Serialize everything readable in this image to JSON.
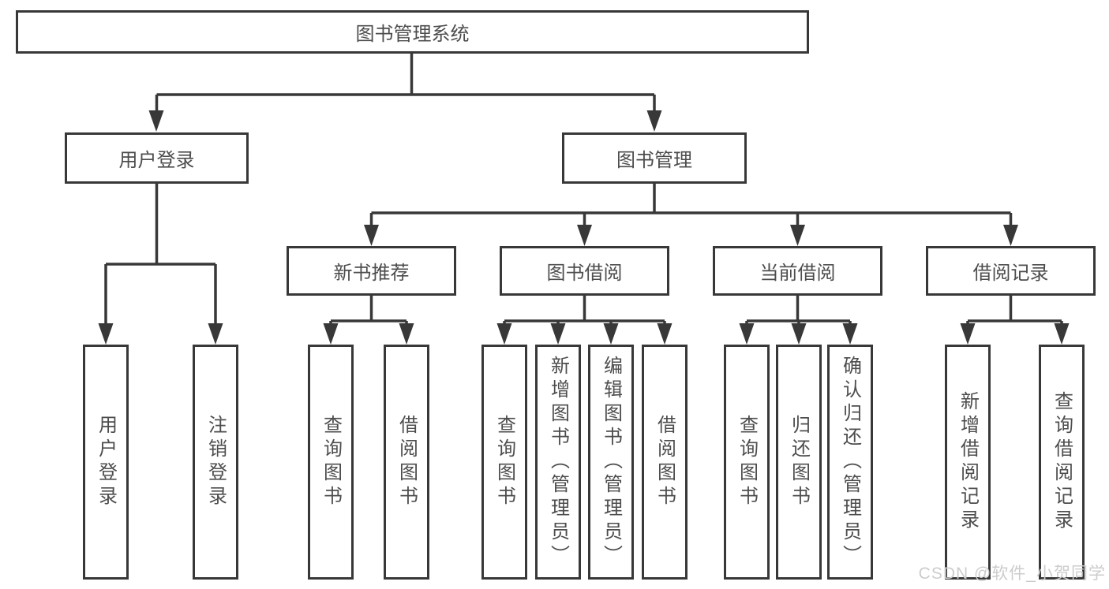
{
  "tree": {
    "label": "图书管理系统",
    "children": [
      {
        "label": "用户登录",
        "children": [
          {
            "label": "用户登录"
          },
          {
            "label": "注销登录"
          }
        ]
      },
      {
        "label": "图书管理",
        "children": [
          {
            "label": "新书推荐",
            "children": [
              {
                "label": "查询图书"
              },
              {
                "label": "借阅图书"
              }
            ]
          },
          {
            "label": "图书借阅",
            "children": [
              {
                "label": "查询图书"
              },
              {
                "label": "新增图书（管理员）"
              },
              {
                "label": "编辑图书（管理员）"
              },
              {
                "label": "借阅图书"
              }
            ]
          },
          {
            "label": "当前借阅",
            "children": [
              {
                "label": "查询图书"
              },
              {
                "label": "归还图书"
              },
              {
                "label": "确认归还（管理员）"
              }
            ]
          },
          {
            "label": "借阅记录",
            "children": [
              {
                "label": "新增借阅记录"
              },
              {
                "label": "查询借阅记录"
              }
            ]
          }
        ]
      }
    ]
  },
  "watermark": {
    "text": "CSDN @软件_小贺同学"
  },
  "colors": {
    "line": "#383838",
    "node_border": "#383838",
    "node_fill": "#ffffff",
    "text": "#4d4d4d",
    "watermark": "#cccccc",
    "background": "#ffffff"
  }
}
